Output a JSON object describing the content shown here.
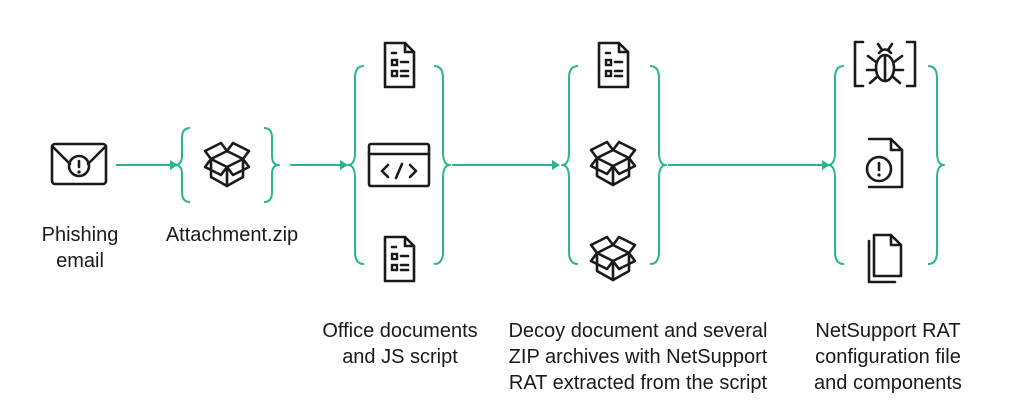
{
  "stages": [
    {
      "id": "phishing",
      "icon": "envelope-warning-icon",
      "label_lines": [
        "Phishing",
        "email"
      ]
    },
    {
      "id": "attachment",
      "icon": "package-icon",
      "label_lines": [
        "Attachment.zip"
      ]
    },
    {
      "id": "office",
      "icons": [
        "document-icon",
        "code-window-icon",
        "document-icon"
      ],
      "label_lines": [
        "Office documents",
        "and JS script"
      ]
    },
    {
      "id": "decoy",
      "icons": [
        "document-icon",
        "package-icon",
        "package-icon"
      ],
      "label_lines": [
        "Decoy document and several",
        "ZIP archives with NetSupport",
        "RAT extracted from the script"
      ]
    },
    {
      "id": "netsupport",
      "icons": [
        "bug-icon",
        "file-warning-icon",
        "files-icon"
      ],
      "label_lines": [
        "NetSupport RAT",
        "configuration file",
        "and components"
      ]
    }
  ],
  "colors": {
    "accent": "#2bb58f",
    "icon": "#1a1a1a",
    "text": "#1a1a1a"
  }
}
